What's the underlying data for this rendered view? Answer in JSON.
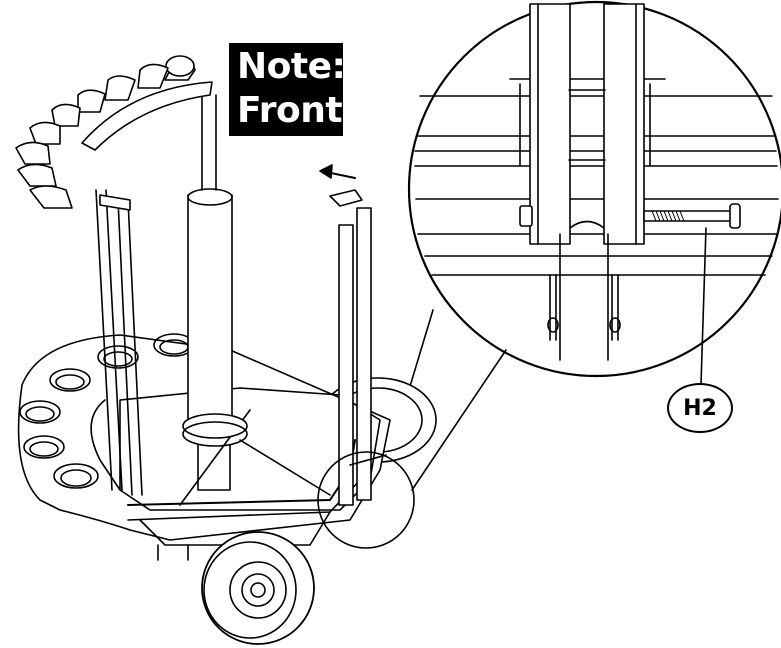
{
  "note": {
    "line1": "Note:",
    "line2": "Front."
  },
  "callout": {
    "label": "H2"
  },
  "colors": {
    "ink": "#000000",
    "paper": "#ffffff"
  },
  "icons": [
    "direction-arrow-icon"
  ]
}
